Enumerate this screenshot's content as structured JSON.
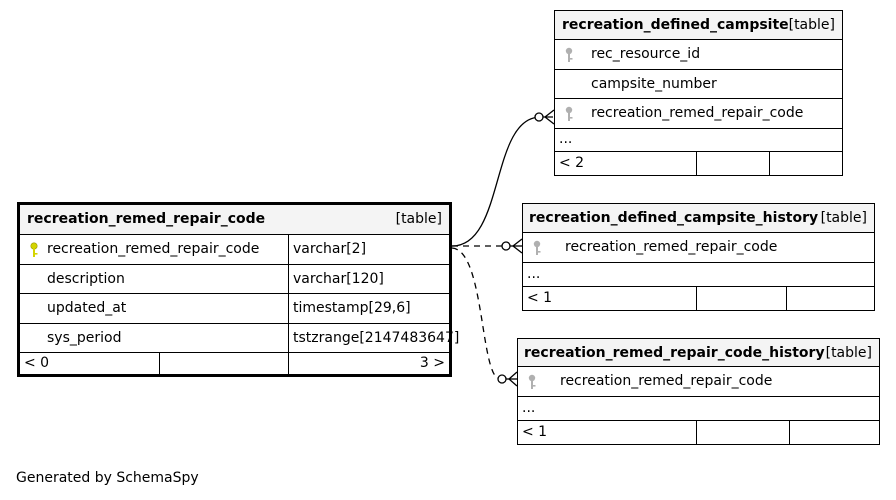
{
  "main": {
    "name": "recreation_remed_repair_code",
    "tag": "[table]",
    "columns": [
      {
        "name": "recreation_remed_repair_code",
        "type": "varchar[2]",
        "key": true
      },
      {
        "name": "description",
        "type": "varchar[120]",
        "key": false
      },
      {
        "name": "updated_at",
        "type": "timestamp[29,6]",
        "key": false
      },
      {
        "name": "sys_period",
        "type": "tstzrange[2147483647]",
        "key": false
      }
    ],
    "parents": "< 0",
    "children": "3 >"
  },
  "campsite": {
    "name": "recreation_defined_campsite",
    "tag": "[table]",
    "columns": [
      "rec_resource_id",
      "campsite_number",
      "recreation_remed_repair_code"
    ],
    "ellipsis": "...",
    "parents": "< 2"
  },
  "campsite_history": {
    "name": "recreation_defined_campsite_history",
    "tag": "[table]",
    "columns": [
      "recreation_remed_repair_code"
    ],
    "ellipsis": "...",
    "parents": "< 1"
  },
  "repair_code_history": {
    "name": "recreation_remed_repair_code_history",
    "tag": "[table]",
    "columns": [
      "recreation_remed_repair_code"
    ],
    "ellipsis": "...",
    "parents": "< 1"
  },
  "footer": "Generated by SchemaSpy",
  "colors": {
    "primary_key": "#d4d400",
    "foreign_key": "#b0b0b0",
    "header_bg": "#f4f4f4"
  }
}
